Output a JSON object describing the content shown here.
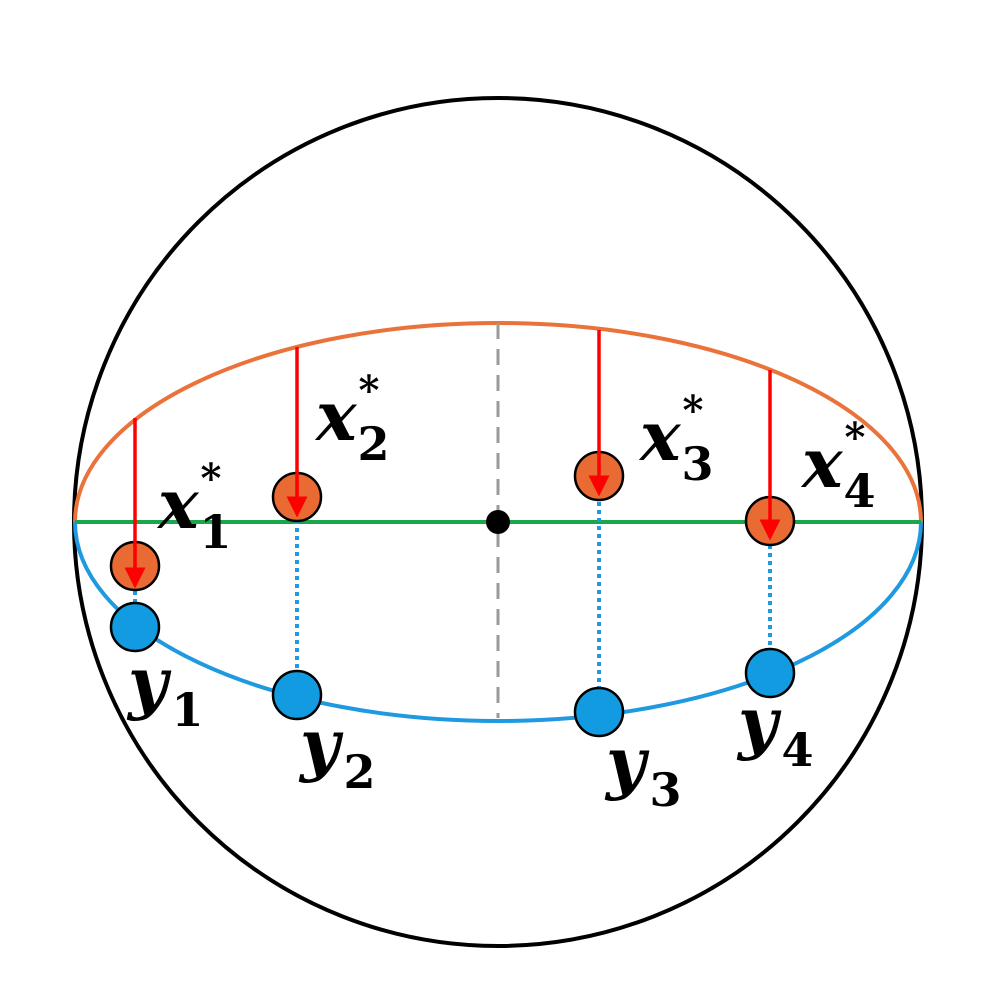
{
  "colors": {
    "sphere": "#000000",
    "upper_arc": "#e9733a",
    "lower_arc": "#1f9ae0",
    "equator": "#1aa64a",
    "axis": "#9a9a9a",
    "arrow": "#ff0000",
    "x_point": "#ea6a33",
    "y_point": "#129be0",
    "connector": "#1f9ae0"
  },
  "points": [
    {
      "x_label": {
        "base": "x",
        "sub": "1",
        "sup": "*"
      },
      "y_label": {
        "base": "y",
        "sub": "1"
      }
    },
    {
      "x_label": {
        "base": "x",
        "sub": "2",
        "sup": "*"
      },
      "y_label": {
        "base": "y",
        "sub": "2"
      }
    },
    {
      "x_label": {
        "base": "x",
        "sub": "3",
        "sup": "*"
      },
      "y_label": {
        "base": "y",
        "sub": "3"
      }
    },
    {
      "x_label": {
        "base": "x",
        "sub": "4",
        "sup": "*"
      },
      "y_label": {
        "base": "y",
        "sub": "4"
      }
    }
  ]
}
